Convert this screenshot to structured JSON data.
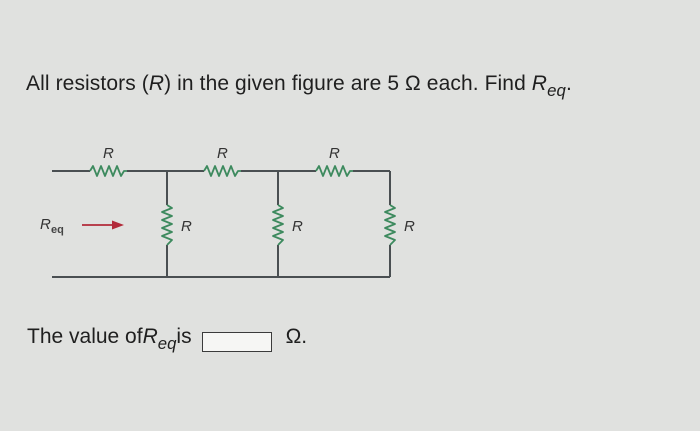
{
  "question": {
    "prefix": "All resistors (",
    "resistor_symbol": "R",
    "middle": ") in the given figure are 5 Ω each. Find ",
    "req_main": "R",
    "req_sub": "eq",
    "suffix": "."
  },
  "circuit": {
    "label_input_main": "R",
    "label_input_sub": "eq",
    "series_resistors": [
      {
        "label": "R"
      },
      {
        "label": "R"
      },
      {
        "label": "R"
      }
    ],
    "shunt_resistors": [
      {
        "label": "R"
      },
      {
        "label": "R"
      },
      {
        "label": "R"
      }
    ],
    "colors": {
      "wire": "#4a4f52",
      "resistor": "#3d8a5e",
      "arrow": "#b22a3a"
    }
  },
  "answer": {
    "prefix": "The value of ",
    "req_main": "R",
    "req_sub": "eq",
    "middle": " is",
    "input_value": "",
    "unit": "Ω."
  }
}
